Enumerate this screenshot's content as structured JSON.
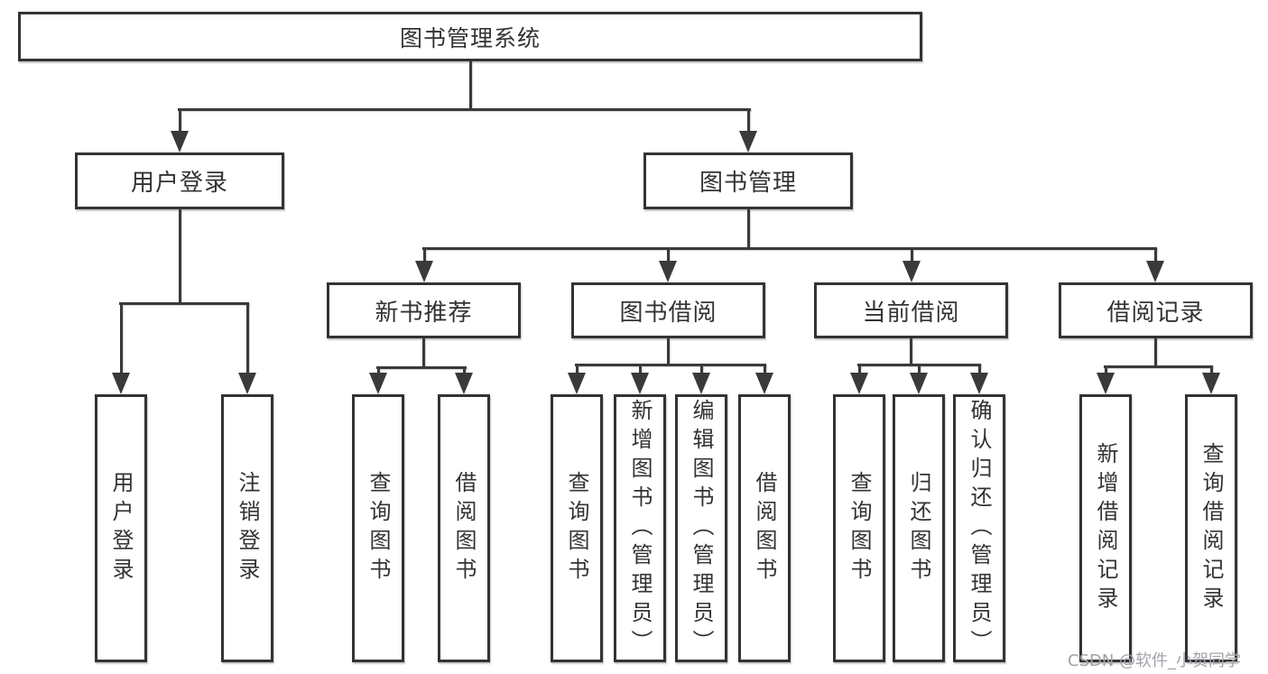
{
  "colors": {
    "line": "#3a3a3a",
    "box_border": "#333333",
    "text": "#333333",
    "watermark": "#a2a2aa",
    "background": "#ffffff"
  },
  "diagram": {
    "root": {
      "label": "图书管理系统"
    },
    "login_branch": {
      "label": "用户登录",
      "children": [
        {
          "label": "用户登录"
        },
        {
          "label": "注销登录"
        }
      ]
    },
    "management_branch": {
      "label": "图书管理",
      "sections": [
        {
          "label": "新书推荐",
          "children": [
            {
              "label": "查询图书"
            },
            {
              "label": "借阅图书"
            }
          ]
        },
        {
          "label": "图书借阅",
          "children": [
            {
              "label": "查询图书"
            },
            {
              "label": "新增图书（管理员）"
            },
            {
              "label": "编辑图书（管理员）"
            },
            {
              "label": "借阅图书"
            }
          ]
        },
        {
          "label": "当前借阅",
          "children": [
            {
              "label": "查询图书"
            },
            {
              "label": "归还图书"
            },
            {
              "label": "确认归还（管理员）"
            }
          ]
        },
        {
          "label": "借阅记录",
          "children": [
            {
              "label": "新增借阅记录"
            },
            {
              "label": "查询借阅记录"
            }
          ]
        }
      ]
    },
    "watermark": "CSDN @软件_小贺同学"
  }
}
